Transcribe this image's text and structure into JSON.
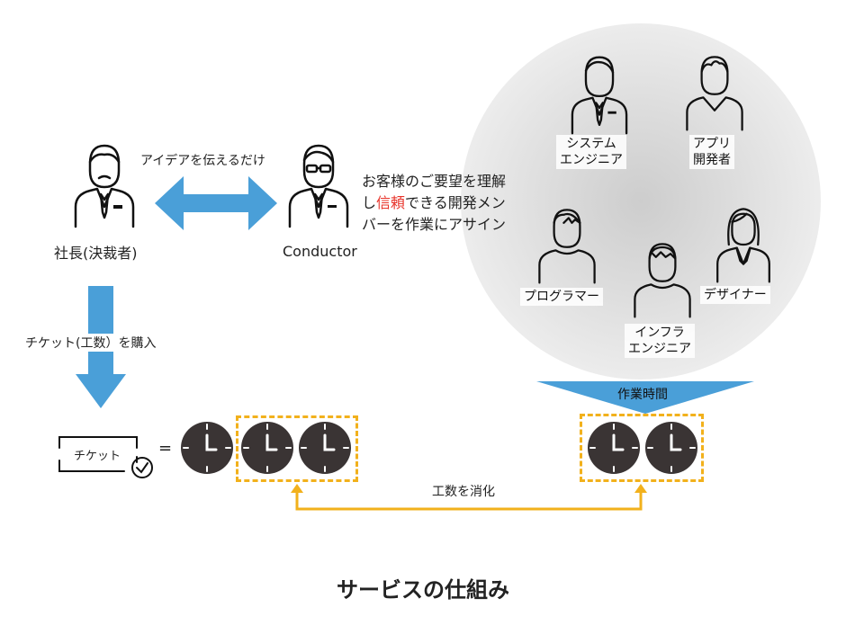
{
  "labels": {
    "idea_arrow": "アイデアを伝えるだけ",
    "ceo": "社長(決裁者)",
    "conductor": "Conductor",
    "assign_line1": "お客様のご要望を理解",
    "assign_line2_pre": "し",
    "assign_line2_highlight": "信頼",
    "assign_line2_post": "できる開発メン",
    "assign_line3": "バーを作業にアサイン",
    "buy_ticket": "チケット(工数）を購入",
    "ticket": "チケット",
    "equals": "=",
    "work_time": "作業時間",
    "consume": "工数を消化",
    "title": "サービスの仕組み"
  },
  "roles": {
    "system_engineer": [
      "システム",
      "エンジニア"
    ],
    "app_developer": [
      "アプリ",
      "開発者"
    ],
    "programmer": "プログラマー",
    "infra_engineer": [
      "インフラ",
      "エンジニア"
    ],
    "designer": "デザイナー"
  },
  "colors": {
    "arrow_blue": "#4a9fd8",
    "highlight_red": "#e8332a",
    "dashed_yellow": "#f2b11c",
    "clock_dark": "#3a3434"
  },
  "icons": [
    "person-suit-icon",
    "person-casual-icon",
    "clock-icon",
    "ticket-check-icon"
  ]
}
